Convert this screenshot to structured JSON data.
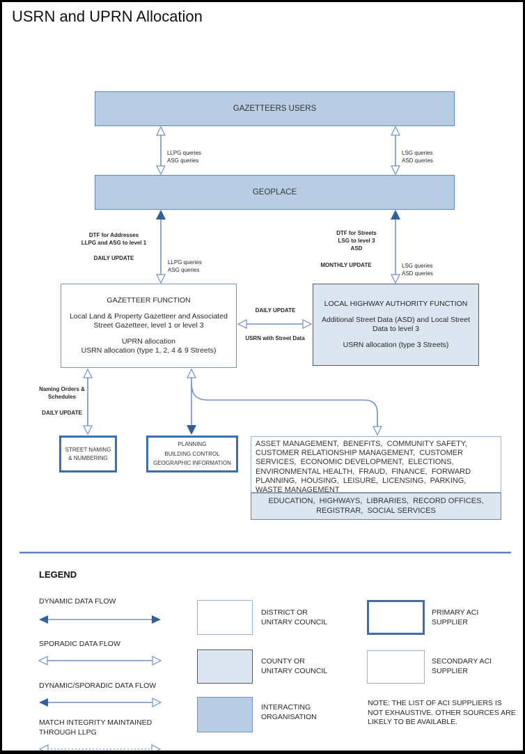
{
  "title": "USRN and UPRN Allocation",
  "nodes": {
    "gazetteers_users": {
      "label": "GAZETTEERS USERS"
    },
    "geoplace": {
      "label": "GEOPLACE"
    },
    "gazetteer_function": {
      "title": "GAZETTEER FUNCTION",
      "para1": "Local Land & Property Gazetteer and Associated Street Gazetteer, level 1 or level 3",
      "para2": "UPRN allocation\nUSRN allocation (type 1, 2, 4 & 9 Streets)"
    },
    "local_highway_authority": {
      "title": "LOCAL HIGHWAY AUTHORITY FUNCTION",
      "para1": "Additional Street Data (ASD) and Local Street Data to level 3",
      "para2": "USRN allocation (type 3 Streets)"
    },
    "street_naming": {
      "label": "STREET NAMING\n& NUMBERING"
    },
    "planning": {
      "label": "PLANNING\nBUILDING CONTROL\nGEOGRAPHIC INFORMATION"
    },
    "services_primary": {
      "label": "ASSET MANAGEMENT,  BENEFITS,  COMMUNITY SAFETY,\nCUSTOMER RELATIONSHIP MANAGEMENT,  CUSTOMER\nSERVICES,  ECONOMIC DEVELOPMENT,  ELECTIONS,\nENVIRONMENTAL HEALTH,  FRAUD,  FINANCE,  FORWARD\nPLANNING,  HOUSING,  LEISURE,  LICENSING,  PARKING,\nWASTE MANAGEMENT"
    },
    "services_secondary": {
      "label": "EDUCATION,  HIGHWAYS,  LIBRARIES,  RECORD OFFICES,\nREGISTRAR,  SOCIAL SERVICES"
    }
  },
  "flow_labels": {
    "users_geoplace_left": "LLPG queries\nASG queries",
    "users_geoplace_right": "LSG queries\nASD queries",
    "dtf_addresses": "DTF for Addresses\nLLPG and ASG to level 1",
    "daily_update_left": "DAILY UPDATE",
    "geoplace_gf_queries": "LLPG queries\nASG queries",
    "dtf_streets": "DTF for Streets\nLSG to level 3\nASD",
    "monthly_update": "MONTHLY UPDATE",
    "geoplace_lha_queries": "LSG queries\nASD queries",
    "gf_lha_daily_update": "DAILY UPDATE",
    "gf_lha_usrn": "USRN with Street Data",
    "naming_orders": "Naming Orders &\nSchedules",
    "daily_update_bottom": "DAILY UPDATE"
  },
  "legend": {
    "heading": "LEGEND",
    "flows": [
      {
        "label": "DYNAMIC DATA FLOW",
        "style": "solid line, filled arrowheads both ends"
      },
      {
        "label": "SPORADIC DATA FLOW",
        "style": "solid line, open arrowheads both ends"
      },
      {
        "label": "DYNAMIC/SPORADIC DATA FLOW",
        "style": "solid line, filled left arrowhead, open right arrowhead"
      },
      {
        "label": "MATCH INTEGRITY MAINTAINED\nTHROUGH LLPG",
        "style": "dotted line, open arrowheads both ends"
      }
    ],
    "boxes": [
      {
        "label": "DISTRICT OR\nUNITARY COUNCIL",
        "fill": "#ffffff",
        "border": "#95b3d7"
      },
      {
        "label": "COUNTY OR\nUNITARY COUNCIL",
        "fill": "#dce6f1",
        "border": "#595959"
      },
      {
        "label": "INTERACTING\nORGANISATION",
        "fill": "#b8cce4",
        "border": "#7191c9"
      },
      {
        "label": "PRIMARY ACI\nSUPPLIER",
        "fill": "#ffffff",
        "border": "#3b6cb5 thick"
      },
      {
        "label": "SECONDARY ACI\nSUPPLIER",
        "fill": "#ffffff",
        "border": "#95b3d7"
      }
    ],
    "note": "NOTE: THE LIST OF ACI SUPPLIERS IS NOT EXHAUSTIVE.  OTHER SOURCES ARE LIKELY TO BE AVAILABLE."
  },
  "colors": {
    "interacting_fill": "#b8cce4",
    "county_fill": "#dce6f1",
    "line_blue": "#7191c9",
    "solid_arrowhead": "#335f9e",
    "primary_aci_border": "#3b6cb5",
    "gray_border": "#595959",
    "divider": "#5f7fba"
  }
}
